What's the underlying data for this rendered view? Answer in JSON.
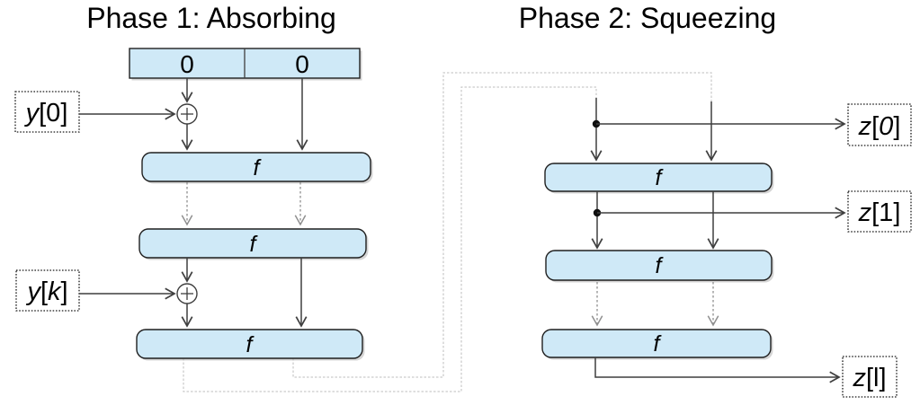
{
  "diagram": {
    "phase1": {
      "title": "Phase 1: Absorbing",
      "state_cells": [
        "0",
        "0"
      ],
      "f_labels": [
        "f",
        "f",
        "f"
      ],
      "inputs": {
        "y0": {
          "var": "y",
          "open": "[",
          "index": "0",
          "close": "]"
        },
        "yk": {
          "var": "y",
          "open": "[",
          "index": "k",
          "close": "]"
        }
      }
    },
    "phase2": {
      "title": "Phase 2: Squeezing",
      "f_labels": [
        "f",
        "f",
        "f"
      ],
      "outputs": {
        "z0": {
          "var": "z",
          "open": "[",
          "index": "0",
          "close": "]"
        },
        "z1": {
          "var": "z",
          "open": "[",
          "index": "1",
          "close": "]"
        },
        "zl": {
          "var": "z",
          "open": "[",
          "index": "l",
          "close": "]"
        }
      }
    },
    "colors": {
      "box_fill": "#cfe9f7",
      "box_stroke": "#1f1f1f",
      "arrow": "#3f3f3f",
      "dashed_arrow": "#8f8f8f",
      "feedback_line": "#c9c9c9",
      "background": "#ffffff"
    }
  }
}
